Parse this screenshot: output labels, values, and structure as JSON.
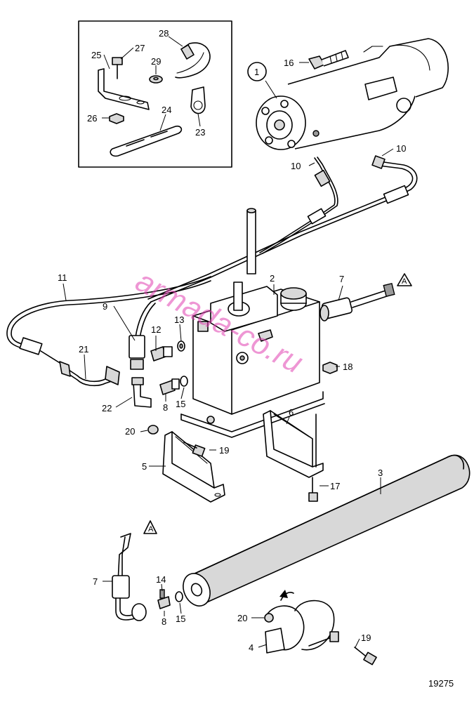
{
  "callouts": [
    "28",
    "27",
    "25",
    "29",
    "26",
    "24",
    "23",
    "16",
    "1",
    "10",
    "10",
    "2",
    "7",
    "A",
    "11",
    "9",
    "12",
    "13",
    "21",
    "22",
    "8",
    "15",
    "18",
    "6",
    "20",
    "19",
    "5",
    "17",
    "3",
    "A",
    "7",
    "14",
    "8",
    "15",
    "20",
    "4",
    "19"
  ],
  "drawing_number": "19275",
  "watermark": "armada-co.ru"
}
